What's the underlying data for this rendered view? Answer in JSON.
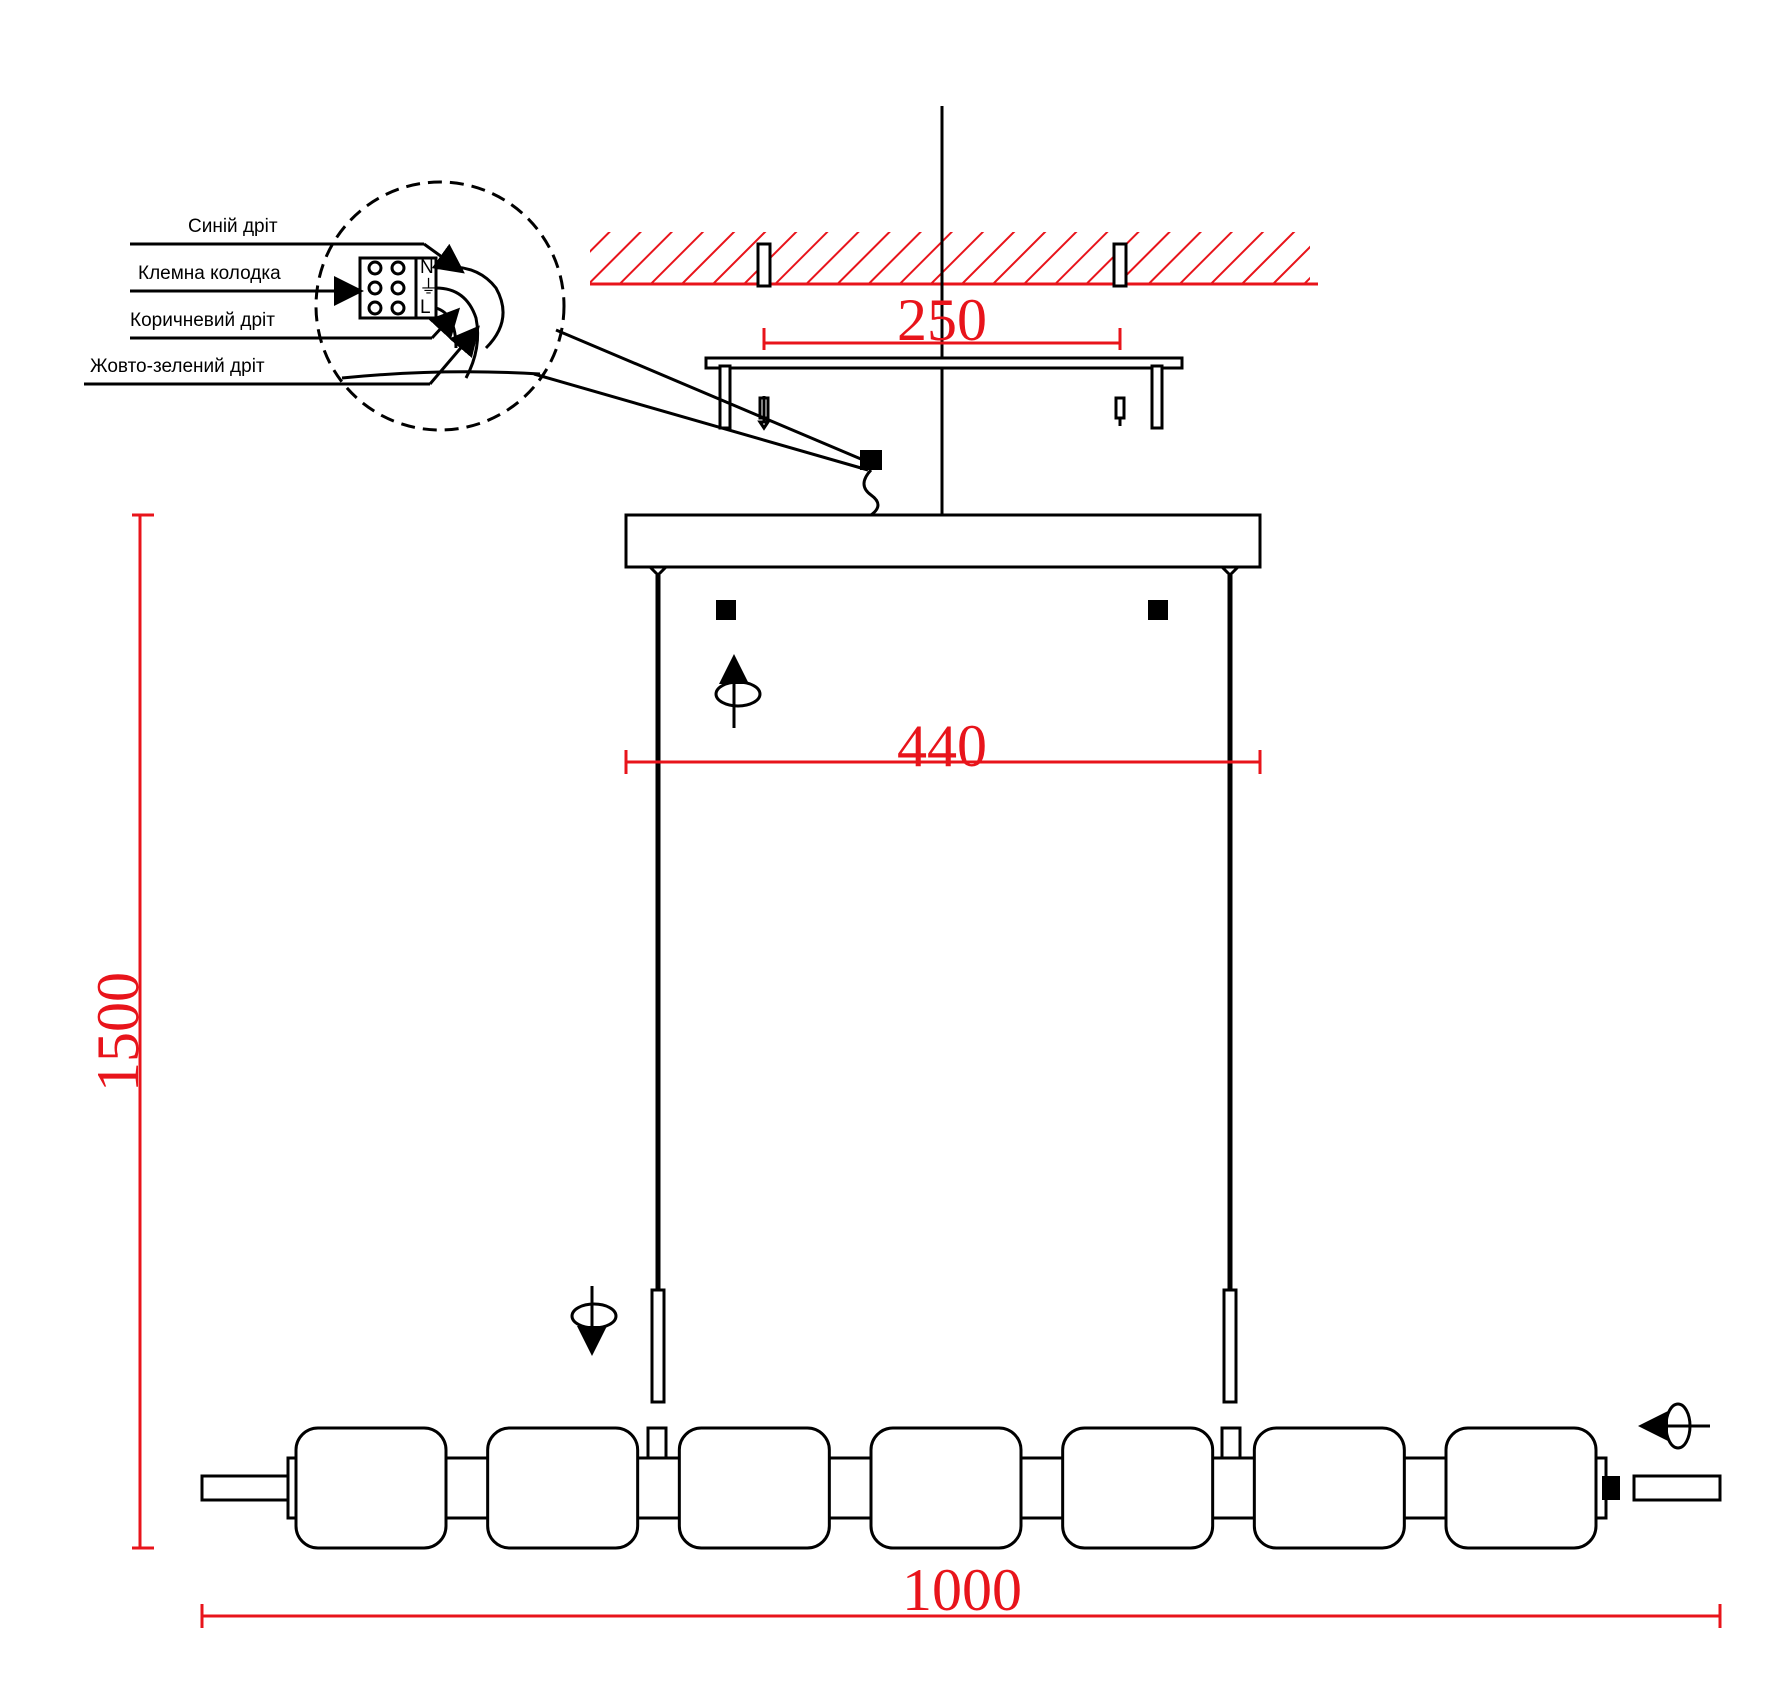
{
  "wiring_labels": {
    "blue_wire": "Синій дріт",
    "terminal_block": "Клемна колодка",
    "brown_wire": "Коричневий дріт",
    "yellow_green_wire": "Жовто-зелений дріт"
  },
  "terminal_marks": {
    "neutral": "N",
    "earth": "⏚",
    "live": "L"
  },
  "dimensions": {
    "mount_spacing": "250",
    "canopy_width": "440",
    "total_height": "1500",
    "total_length": "1000"
  },
  "colors": {
    "dimension": "#e8141b",
    "line": "#000000"
  },
  "shade_count": 7
}
